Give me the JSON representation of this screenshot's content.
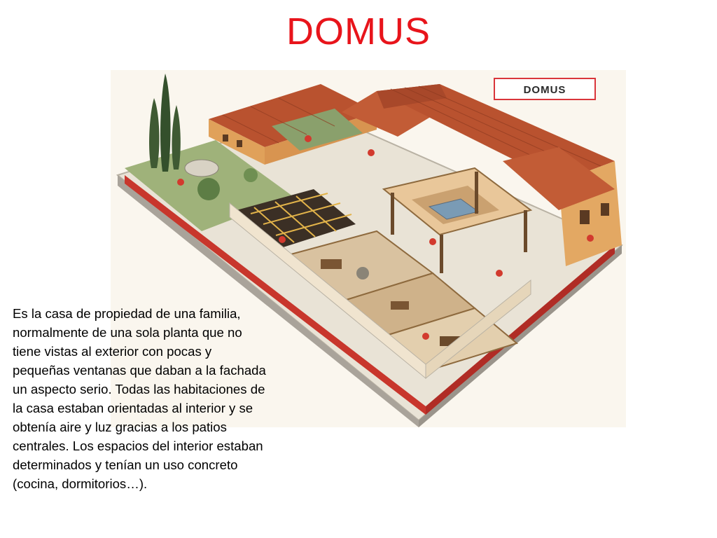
{
  "slide": {
    "title": "DOMUS",
    "title_color": "#e8141b",
    "illustration_label": "DOMUS",
    "label_border_color": "#d9353a",
    "roof_color": "#b9522f",
    "wall_color": "#e0a15a",
    "base_color": "#c8362c",
    "paragraph": "Es la casa de propiedad de una familia, normalmente de una sola planta que no tiene vistas al exterior con pocas y pequeñas ventanas que daban a la fachada un aspecto serio. Todas las habitaciones de la casa estaban orientadas al interior y se obtenía aire y luz gracias a los patios centrales. Los espacios del interior estaban determinados y tenían un uso concreto (cocina, dormitorios…)."
  }
}
